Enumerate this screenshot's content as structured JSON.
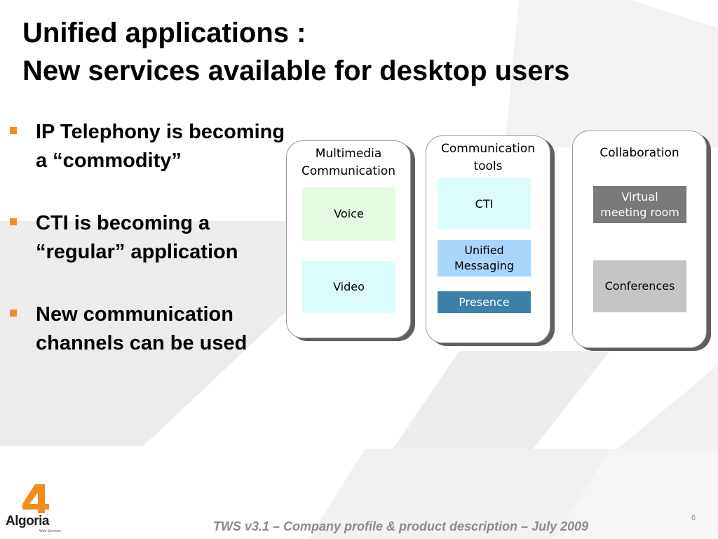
{
  "slide": {
    "title_line1": "Unified applications :",
    "title_line2": "New services available for desktop users",
    "bullets": [
      {
        "text": "IP Telephony is becoming a “commodity”"
      },
      {
        "text": "CTI is becoming a “regular” application"
      },
      {
        "text": "New communication channels can be used"
      }
    ]
  },
  "diagram": {
    "groups": [
      {
        "title": "Multimedia Communication",
        "items": [
          {
            "label": "Voice",
            "color": "#e3fbe1"
          },
          {
            "label": "Video",
            "color": "#dcfcfb"
          }
        ]
      },
      {
        "title": "Communication tools",
        "items": [
          {
            "label": "CTI",
            "color": "#dcfcfb"
          },
          {
            "label": "Unified Messaging",
            "color": "#a9d6fd"
          },
          {
            "label": "Presence",
            "color": "#3d81a8"
          }
        ]
      },
      {
        "title": "Collaboration",
        "items": [
          {
            "label": "Virtual meeting room",
            "color": "#7a7a7a"
          },
          {
            "label": "Conferences",
            "color": "#c4c4c4"
          }
        ]
      }
    ]
  },
  "footer": {
    "text": "TWS v3.1 – Company profile & product description – July 2009",
    "page_number": "6"
  },
  "logo": {
    "wordmark": "Algoria",
    "tagline": "Web Services",
    "accent_color": "#f28c1c"
  }
}
